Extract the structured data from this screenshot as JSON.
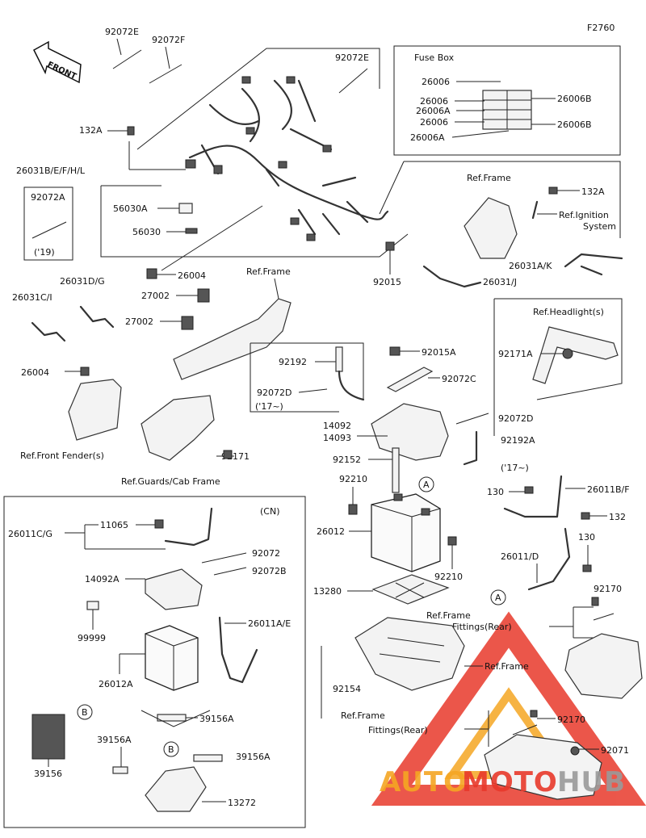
{
  "figure_code": "F2760",
  "front_label": "FRONT",
  "labels": {
    "l92072E_top": "92072E",
    "l92072F": "92072F",
    "l92072E_mid": "92072E",
    "l132A_left": "132A",
    "l26031BEFHL": "26031B/E/F/H/L",
    "l92072A": "92072A",
    "l19": "('19)",
    "l56030A": "56030A",
    "l56030": "56030",
    "l26004_top": "26004",
    "l26031DG": "26031D/G",
    "l26031CI": "26031C/I",
    "l27002_a": "27002",
    "l27002_b": "27002",
    "l26004_left": "26004",
    "ref_front_fender": "Ref.Front Fender(s)",
    "ref_frame_1": "Ref.Frame",
    "ref_guards": "Ref.Guards/Cab Frame",
    "l92171_bottom": "92171",
    "fuse_box_title": "Fuse Box",
    "f26006_1": "26006",
    "f26006_2": "26006",
    "f26006A_1": "26006A",
    "f26006_3": "26006",
    "f26006A_2": "26006A",
    "f26006B_1": "26006B",
    "f26006B_2": "26006B",
    "ref_frame_2": "Ref.Frame",
    "l132A_right": "132A",
    "ref_ignition_1": "Ref.Ignition",
    "ref_ignition_2": "System",
    "l26031AK": "26031A/K",
    "l26031J": "26031/J",
    "l92015": "92015",
    "ref_headlight": "Ref.Headlight(s)",
    "l92171A": "92171A",
    "l92192": "92192",
    "l92015A": "92015A",
    "l92072C": "92072C",
    "l92072D_left": "92072D",
    "l17_left": "('17~)",
    "l14092": "14092",
    "l14093": "14093",
    "l92072D_right": "92072D",
    "l92192A": "92192A",
    "l17_right": "('17~)",
    "l92152": "92152",
    "l92210_top": "92210",
    "l130_top": "130",
    "l26011BF": "26011B/F",
    "l132_right": "132",
    "l26012": "26012",
    "l130_mid": "130",
    "l92210_bot": "92210",
    "l26011D": "26011/D",
    "l92170_top": "92170",
    "l13280": "13280",
    "ref_frame_3": "Ref.Frame",
    "ref_fittings_1": "Fittings(Rear)",
    "ref_frame_4": "Ref.Frame",
    "l92154": "92154",
    "ref_frame_5": "Ref.Frame",
    "ref_fittings_2": "Fittings(Rear)",
    "l92170_bot": "92170",
    "l92071": "92071",
    "cn_title": "(CN)",
    "l26011CG": "26011C/G",
    "l11065": "11065",
    "l92072": "92072",
    "l92072B": "92072B",
    "l14092A": "14092A",
    "l99999": "99999",
    "l26011AE": "26011A/E",
    "l26012A": "26012A",
    "l39156A_1": "39156A",
    "l39156A_2": "39156A",
    "l39156A_3": "39156A",
    "l39156": "39156",
    "l13272": "13272"
  },
  "callouts": {
    "A1": "A",
    "A2": "A",
    "B1": "B",
    "B2": "B"
  },
  "watermark": {
    "part1": "AUTO",
    "part2": "MOTO",
    "part3": "HUB",
    "color_orange": "#f5a623",
    "color_red": "#e8392b",
    "color_gray": "#9a9a9a"
  }
}
